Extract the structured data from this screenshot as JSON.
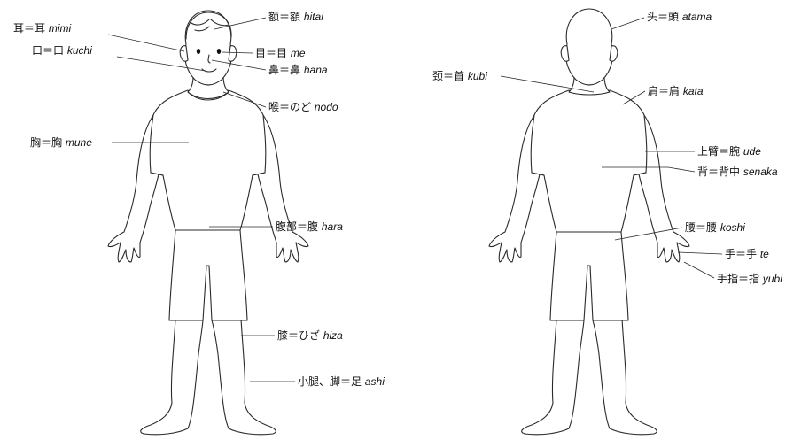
{
  "front_labels": [
    {
      "key": "mimi",
      "jp": "耳＝耳",
      "romaji": "mimi"
    },
    {
      "key": "kuchi",
      "jp": "口＝口",
      "romaji": "kuchi"
    },
    {
      "key": "hitai",
      "jp": "额＝額",
      "romaji": "hitai"
    },
    {
      "key": "me",
      "jp": "目＝目",
      "romaji": "me"
    },
    {
      "key": "hana",
      "jp": "鼻＝鼻",
      "romaji": "hana"
    },
    {
      "key": "nodo",
      "jp": "喉＝のど",
      "romaji": "nodo"
    },
    {
      "key": "mune",
      "jp": "胸＝胸",
      "romaji": "mune"
    },
    {
      "key": "hara",
      "jp": "腹部＝腹",
      "romaji": "hara"
    },
    {
      "key": "hiza",
      "jp": "膝＝ひざ",
      "romaji": "hiza"
    },
    {
      "key": "ashi",
      "jp": "小腿、脚＝足",
      "romaji": "ashi"
    }
  ],
  "back_labels": [
    {
      "key": "atama",
      "jp": "头＝頭",
      "romaji": "atama"
    },
    {
      "key": "kubi",
      "jp": "颈＝首",
      "romaji": "kubi"
    },
    {
      "key": "kata",
      "jp": "肩＝肩",
      "romaji": "kata"
    },
    {
      "key": "ude",
      "jp": "上臂＝腕",
      "romaji": "ude"
    },
    {
      "key": "senaka",
      "jp": "背＝背中",
      "romaji": "senaka"
    },
    {
      "key": "koshi",
      "jp": "腰＝腰",
      "romaji": "koshi"
    },
    {
      "key": "te",
      "jp": "手＝手",
      "romaji": "te"
    },
    {
      "key": "yubi",
      "jp": "手指＝指",
      "romaji": "yubi"
    }
  ]
}
